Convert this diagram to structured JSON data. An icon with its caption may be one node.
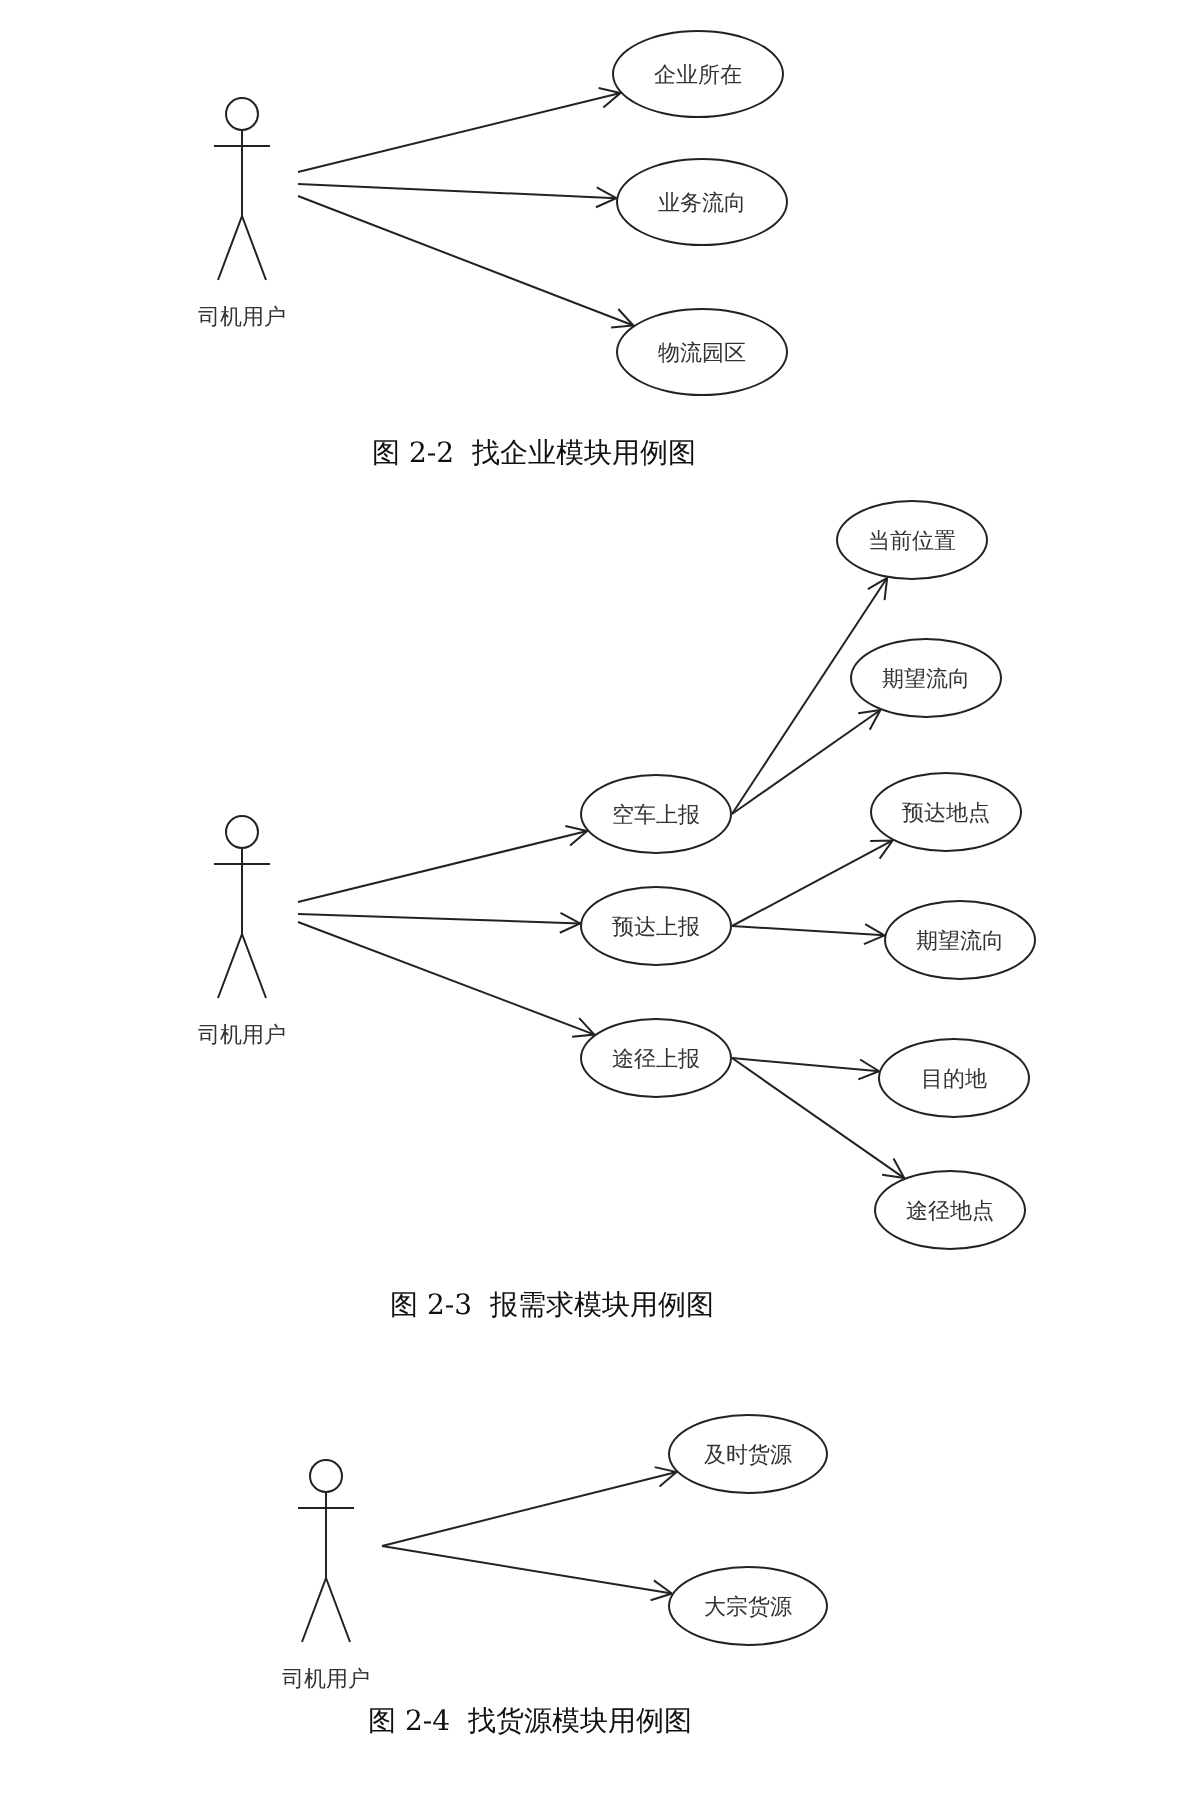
{
  "diagram": {
    "nodes": [
      {
        "text": [
          "司机用户"
        ]
      },
      {
        "text": [
          "企业所在"
        ]
      },
      {
        "text": [
          "业务流向"
        ]
      },
      {
        "text": [
          "物流园区"
        ]
      },
      {
        "text": [
          "司机用户"
        ]
      },
      {
        "text": [
          "空车上报"
        ]
      },
      {
        "text": [
          "预达上报"
        ]
      },
      {
        "text": [
          "途径上报"
        ]
      },
      {
        "text": [
          "当前位置"
        ]
      },
      {
        "text": [
          "期望流向"
        ]
      },
      {
        "text": [
          "预达地点"
        ]
      },
      {
        "text": [
          "期望流向"
        ]
      },
      {
        "text": [
          "目的地"
        ]
      },
      {
        "text": [
          "途径地点"
        ]
      },
      {
        "text": [
          "司机用户"
        ]
      },
      {
        "text": [
          "及时货源"
        ]
      },
      {
        "text": [
          "大宗货源"
        ]
      }
    ],
    "edges": [
      {
        "from": 0,
        "to": 1,
        "arrow": "to"
      },
      {
        "from": 0,
        "to": 2,
        "arrow": "to"
      },
      {
        "from": 0,
        "to": 3,
        "arrow": "to"
      },
      {
        "from": 4,
        "to": 5,
        "arrow": "to"
      },
      {
        "from": 4,
        "to": 6,
        "arrow": "to"
      },
      {
        "from": 4,
        "to": 7,
        "arrow": "to"
      },
      {
        "from": 5,
        "to": 8,
        "arrow": "to"
      },
      {
        "from": 5,
        "to": 9,
        "arrow": "to"
      },
      {
        "from": 6,
        "to": 10,
        "arrow": "to"
      },
      {
        "from": 6,
        "to": 11,
        "arrow": "to"
      },
      {
        "from": 7,
        "to": 12,
        "arrow": "to"
      },
      {
        "from": 7,
        "to": 13,
        "arrow": "to"
      },
      {
        "from": 14,
        "to": 15,
        "arrow": "to"
      },
      {
        "from": 14,
        "to": 16,
        "arrow": "to"
      }
    ],
    "labels": [
      "图 2-2  找企业模块用例图",
      "图 2-3  报需求模块用例图",
      "图 2-4  找货源模块用例图"
    ]
  }
}
